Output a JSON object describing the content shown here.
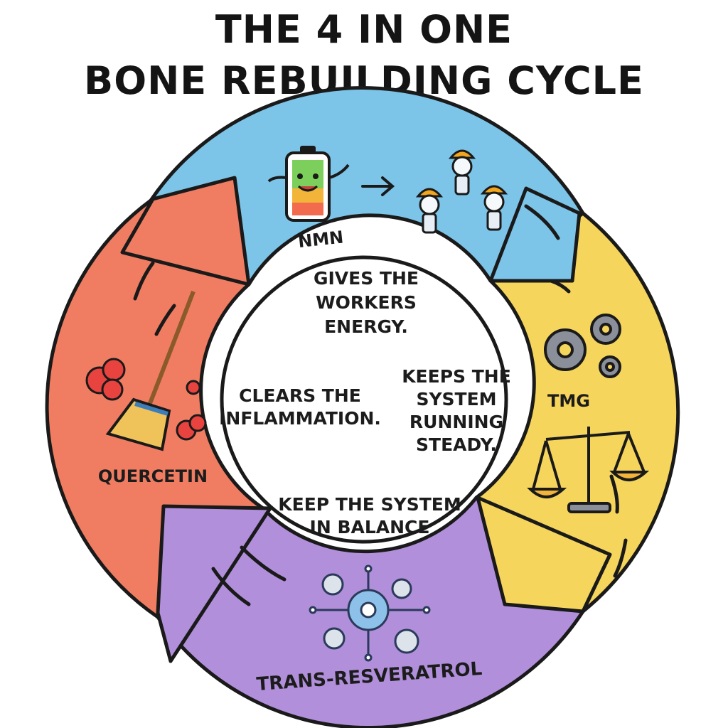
{
  "title": {
    "line1": "THE 4 IN ONE",
    "line2": "BONE REBUILDING CYCLE"
  },
  "segments": [
    {
      "name": "NMN",
      "color": "#7cc4e8",
      "description": [
        "GIVES THE",
        "WORKERS",
        "ENERGY."
      ]
    },
    {
      "name": "TMG",
      "color": "#f6d55c",
      "description": [
        "KEEPS THE",
        "SYSTEM",
        "RUNNING",
        "STEADY."
      ]
    },
    {
      "name": "TRANS-RESVERATROL",
      "color": "#b18fdb",
      "description": [
        "KEEP THE SYSTEM",
        "IN BALANCE"
      ]
    },
    {
      "name": "QUERCETIN",
      "color": "#f07d62",
      "description": [
        "CLEARS THE",
        "INFLAMMATION."
      ]
    }
  ],
  "icons": {
    "nmn": [
      "battery-icon",
      "workers-icon"
    ],
    "tmg": [
      "gears-icon",
      "balance-scale-icon"
    ],
    "trans_resveratrol": [
      "circuit-gears-icon"
    ],
    "quercetin": [
      "broom-icon",
      "dust-cloud-icon"
    ]
  }
}
